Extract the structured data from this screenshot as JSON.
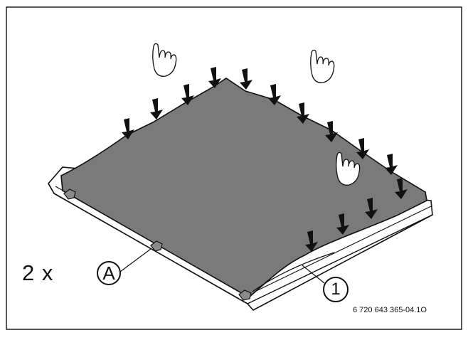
{
  "figure": {
    "quantity_prefix": "2 x",
    "callout_a": "A",
    "callout_1": "1",
    "document_number": "6 720 643 365-04.1O",
    "colors": {
      "panel_fill": "#7a7a7a",
      "outline": "#111111",
      "frame_fill": "#ffffff",
      "clip_fill": "#8a8a8a"
    },
    "icons": [
      "hand-icon",
      "down-arrow-icon",
      "clip-icon"
    ]
  }
}
